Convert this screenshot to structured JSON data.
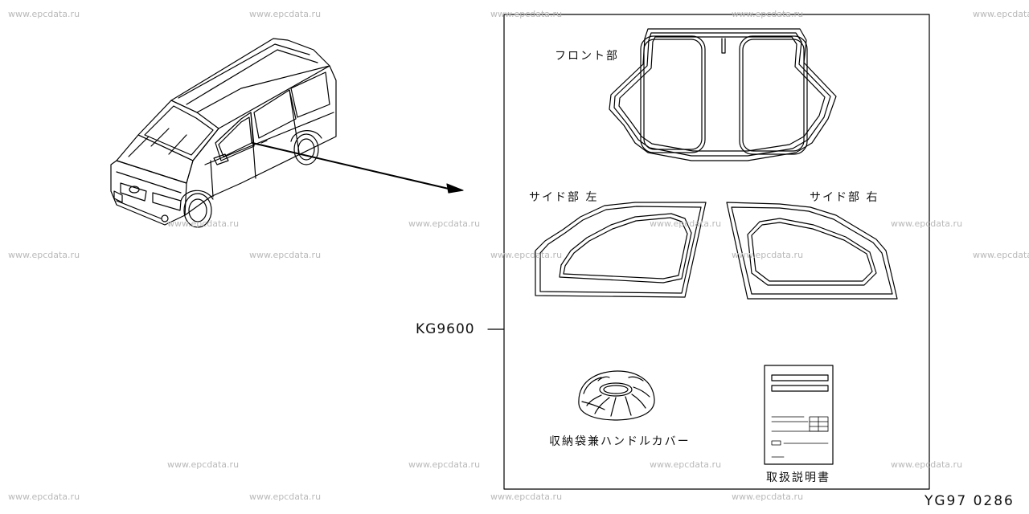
{
  "watermark": "www.epcdata.ru",
  "kit": {
    "part_number": "KG9600"
  },
  "components": {
    "front": "フロント部",
    "side_left": "サイド部 左",
    "side_right": "サイド部 右",
    "cover": "収納袋兼ハンドルカバー",
    "manual": "取扱説明書"
  },
  "diagram_code": "YG97 0286"
}
